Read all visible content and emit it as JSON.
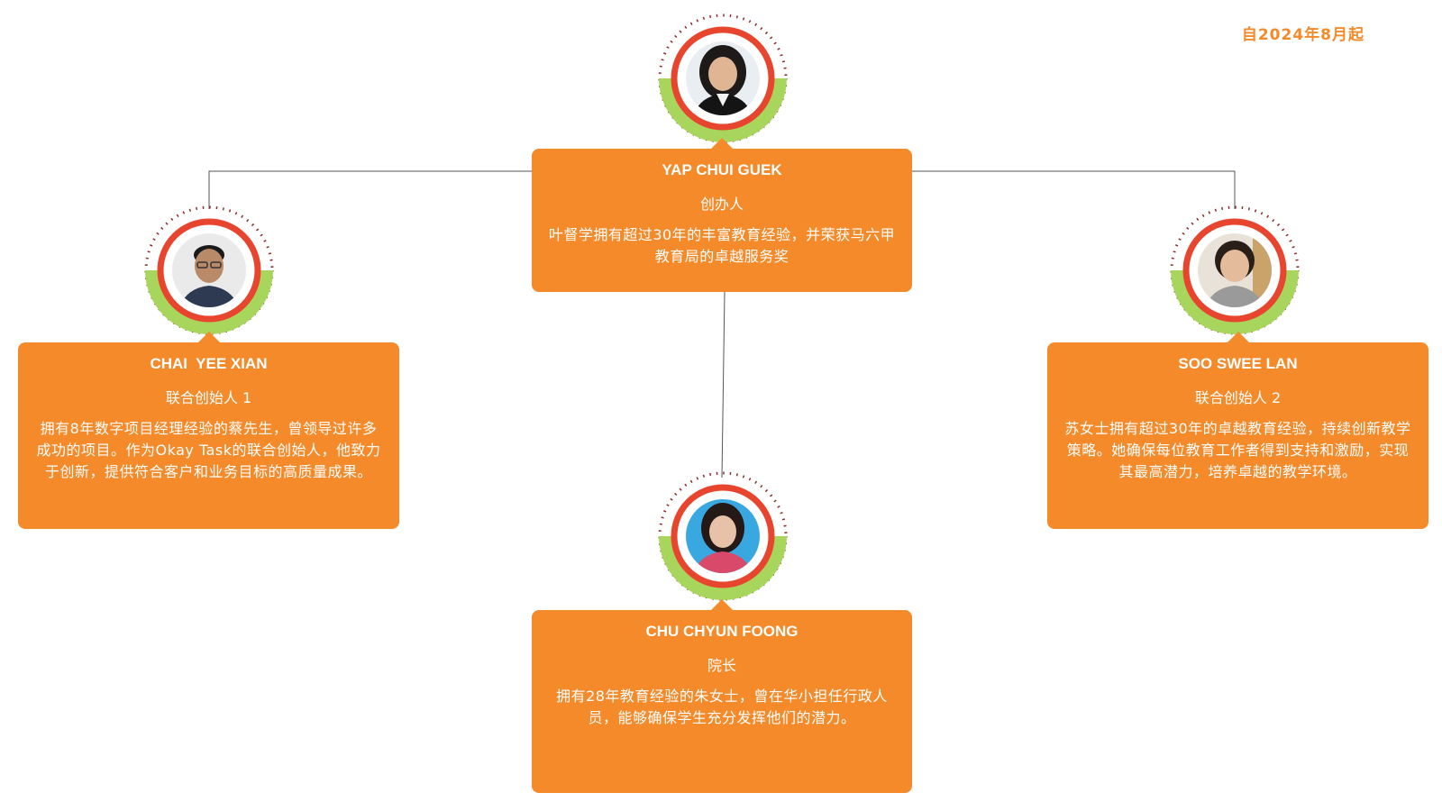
{
  "header": {
    "date_note": "自2024年8月起"
  },
  "colors": {
    "card_orange": "#f58a2a",
    "ring_red": "#e8452f",
    "ring_green": "#a8d55c",
    "dots_dark_red": "#8a2c2a",
    "connector_gray": "#555555"
  },
  "people": {
    "founder": {
      "name": "YAP CHUI GUEK",
      "role": "创办人",
      "description": "叶督学拥有超过30年的丰富教育经验，并荣获马六甲教育局的卓越服务奖",
      "photo_icon": "woman-portrait-icon"
    },
    "cofounder1": {
      "name": "CHAI  YEE XIAN",
      "role": "联合创始人 1",
      "description": "拥有8年数字项目经理经验的蔡先生，曾领导过许多成功的项目。作为Okay Task的联合创始人，他致力于创新，提供符合客户和业务目标的高质量成果。",
      "photo_icon": "man-portrait-icon"
    },
    "cofounder2": {
      "name": "SOO SWEE LAN",
      "role": "联合创始人 2",
      "description": "苏女士拥有超过30年的卓越教育经验，持续创新教学策略。她确保每位教育工作者得到支持和激励，实现其最高潜力，培养卓越的教学环境。",
      "photo_icon": "woman-portrait-icon"
    },
    "principal": {
      "name": "CHU CHYUN FOONG",
      "role": "院长",
      "description": "拥有28年教育经验的朱女士，曾在华小担任行政人员，能够确保学生充分发挥他们的潜力。",
      "photo_icon": "woman-portrait-icon"
    }
  }
}
